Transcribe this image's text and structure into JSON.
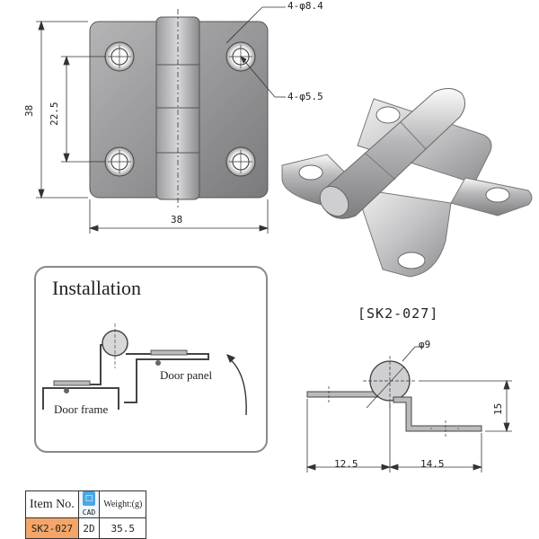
{
  "top_view": {
    "width_dim": "38",
    "height_dim": "38",
    "hole_spacing_dim": "22.5",
    "large_hole_note": "4-φ8.4",
    "small_hole_note": "4-φ5.5"
  },
  "model_caption": "[SK2-027]",
  "installation": {
    "title": "Installation",
    "door_panel_label": "Door panel",
    "door_frame_label": "Door frame"
  },
  "side_view": {
    "diameter_dim": "φ9",
    "height_dim": "15",
    "left_dim": "12.5",
    "right_dim": "14.5"
  },
  "spec_table": {
    "item_no_header": "Item No.",
    "cad_label": "CAD",
    "weight_header": "Weight:(g)",
    "item_no": "SK2-027",
    "format": "2D",
    "weight": "35.5"
  },
  "colors": {
    "plate": "#8a8a8c",
    "hole": "#ffffff",
    "highlight": "#f4a66a",
    "cad_icon": "#49a7e6"
  }
}
